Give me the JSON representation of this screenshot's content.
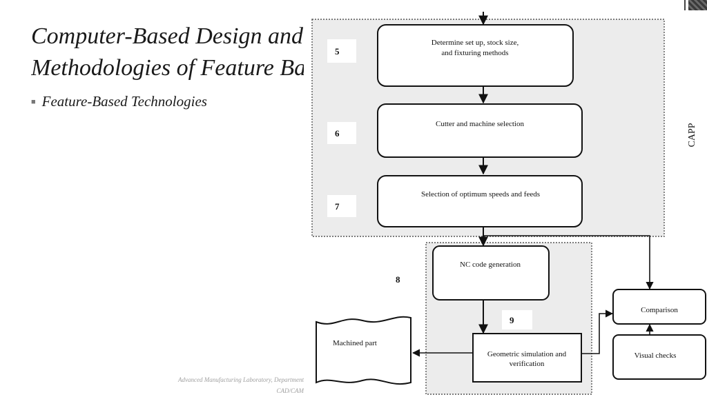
{
  "slide": {
    "title_line1": "Computer-Based Design and",
    "title_line2": "Methodologies of Feature Based",
    "bullet": "Feature-Based Technologies",
    "footer_line1": "Advanced Manufacturing Laboratory, Department",
    "footer_line2": "CAD/CAM"
  },
  "diagram": {
    "capp_label": "CAPP",
    "steps": {
      "s5": {
        "number": "5",
        "text_line1": "Determine set up, stock size,",
        "text_line2": "and fixturing methods"
      },
      "s6": {
        "number": "6",
        "text": "Cutter and machine selection"
      },
      "s7": {
        "number": "7",
        "text": "Selection of optimum speeds and feeds"
      },
      "s8": {
        "number": "8",
        "text": "NC code generation"
      },
      "s9": {
        "number": "9",
        "text_line1": "Geometric simulation and",
        "text_line2": "verification"
      }
    },
    "machined_part": "Machined part",
    "comparison": "Comparison",
    "visual_checks": "Visual checks"
  }
}
